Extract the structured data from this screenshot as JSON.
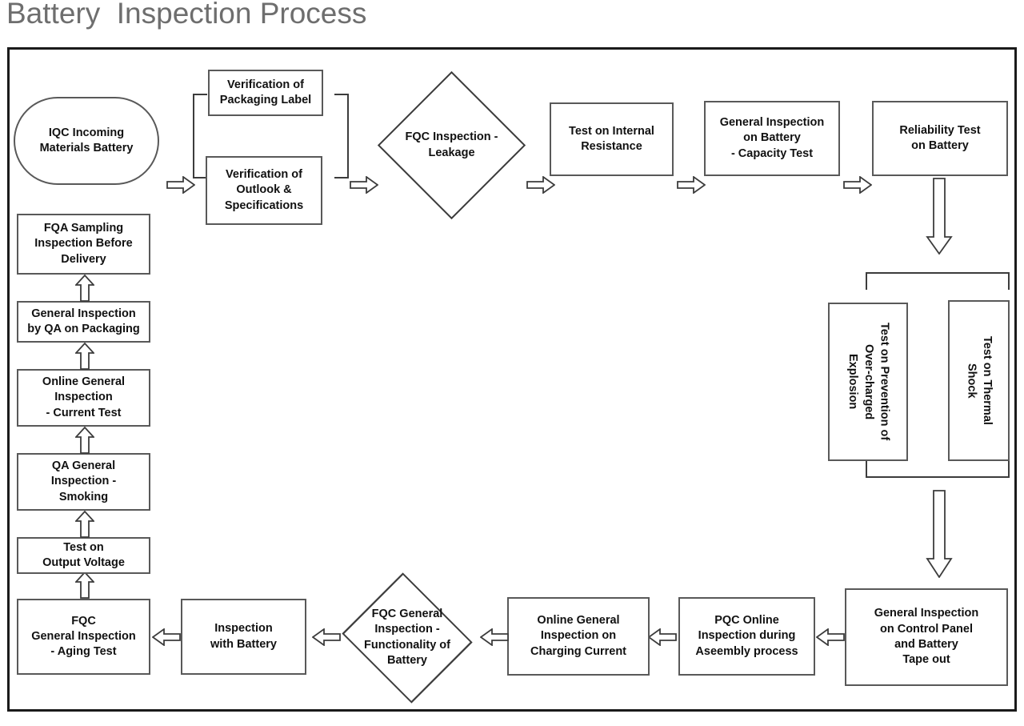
{
  "title": "Battery  Inspection Process",
  "diagram": {
    "type": "flowchart",
    "orientation": "serpentine (left-to-right, then down and right-to-left)",
    "nodes": [
      {
        "id": "iqc",
        "label": "IQC Incoming\nMaterials Battery",
        "shape": "terminator"
      },
      {
        "id": "verify_packaging",
        "label": "Verification of\nPackaging Label",
        "shape": "process"
      },
      {
        "id": "verify_outlook",
        "label": "Verification of\nOutlook &\nSpecifications",
        "shape": "process"
      },
      {
        "id": "fqc_leakage",
        "label": "FQC Inspection -\nLeakage",
        "shape": "decision"
      },
      {
        "id": "internal_resistance",
        "label": "Test on Internal\nResistance",
        "shape": "process"
      },
      {
        "id": "capacity",
        "label": "General Inspection\non Battery\n- Capacity Test",
        "shape": "process"
      },
      {
        "id": "reliability",
        "label": "Reliability Test\non Battery",
        "shape": "process"
      },
      {
        "id": "overcharge",
        "label": "Test on Prevention of\nOver-charged\nExplosion",
        "shape": "process-vertical"
      },
      {
        "id": "thermal_shock",
        "label": "Test on Thermal\nShock",
        "shape": "process-vertical"
      },
      {
        "id": "control_panel",
        "label": "General Inspection\non Control Panel\nand Battery\nTape out",
        "shape": "process"
      },
      {
        "id": "pqc_assembly",
        "label": "PQC Online\nInspection during\nAseembly process",
        "shape": "process"
      },
      {
        "id": "charging_current",
        "label": "Online General\nInspection on\nCharging Current",
        "shape": "process"
      },
      {
        "id": "fqc_functionality",
        "label": "FQC General\nInspection -\nFunctionality of\nBattery",
        "shape": "decision"
      },
      {
        "id": "inspection_with_battery",
        "label": "Inspection\nwith Battery",
        "shape": "process"
      },
      {
        "id": "fqc_aging",
        "label": "FQC\nGeneral Inspection\n- Aging Test",
        "shape": "process"
      },
      {
        "id": "output_voltage",
        "label": "Test on\nOutput Voltage",
        "shape": "process"
      },
      {
        "id": "qa_smoking",
        "label": "QA General\nInspection -\nSmoking",
        "shape": "process"
      },
      {
        "id": "current_test",
        "label": "Online General\nInspection\n- Current Test",
        "shape": "process"
      },
      {
        "id": "qa_packaging",
        "label": "General Inspection\nby QA on Packaging",
        "shape": "process"
      },
      {
        "id": "fqa_sampling",
        "label": "FQA Sampling\nInspection Before\nDelivery",
        "shape": "process"
      }
    ],
    "edges": [
      {
        "from": "iqc",
        "to": "verification-group",
        "direction": "right"
      },
      {
        "from": "verification-group",
        "to": "fqc_leakage",
        "direction": "right"
      },
      {
        "from": "fqc_leakage",
        "to": "internal_resistance",
        "direction": "right"
      },
      {
        "from": "internal_resistance",
        "to": "capacity",
        "direction": "right"
      },
      {
        "from": "capacity",
        "to": "reliability",
        "direction": "right"
      },
      {
        "from": "reliability",
        "to": "reliability-group",
        "direction": "down"
      },
      {
        "from": "reliability-group",
        "to": "control_panel",
        "direction": "down"
      },
      {
        "from": "control_panel",
        "to": "pqc_assembly",
        "direction": "left"
      },
      {
        "from": "pqc_assembly",
        "to": "charging_current",
        "direction": "left"
      },
      {
        "from": "charging_current",
        "to": "fqc_functionality",
        "direction": "left"
      },
      {
        "from": "fqc_functionality",
        "to": "inspection_with_battery",
        "direction": "left"
      },
      {
        "from": "inspection_with_battery",
        "to": "fqc_aging",
        "direction": "left"
      },
      {
        "from": "fqc_aging",
        "to": "output_voltage",
        "direction": "up"
      },
      {
        "from": "output_voltage",
        "to": "qa_smoking",
        "direction": "up"
      },
      {
        "from": "qa_smoking",
        "to": "current_test",
        "direction": "up"
      },
      {
        "from": "current_test",
        "to": "qa_packaging",
        "direction": "up"
      },
      {
        "from": "qa_packaging",
        "to": "fqa_sampling",
        "direction": "up"
      }
    ],
    "colors": {
      "title_text": "#6e6e6e",
      "frame_border": "#1a1a1a",
      "node_border": "#595959",
      "node_fill": "#ffffff",
      "node_text": "#111111",
      "arrow_stroke": "#3c3c3c"
    }
  }
}
